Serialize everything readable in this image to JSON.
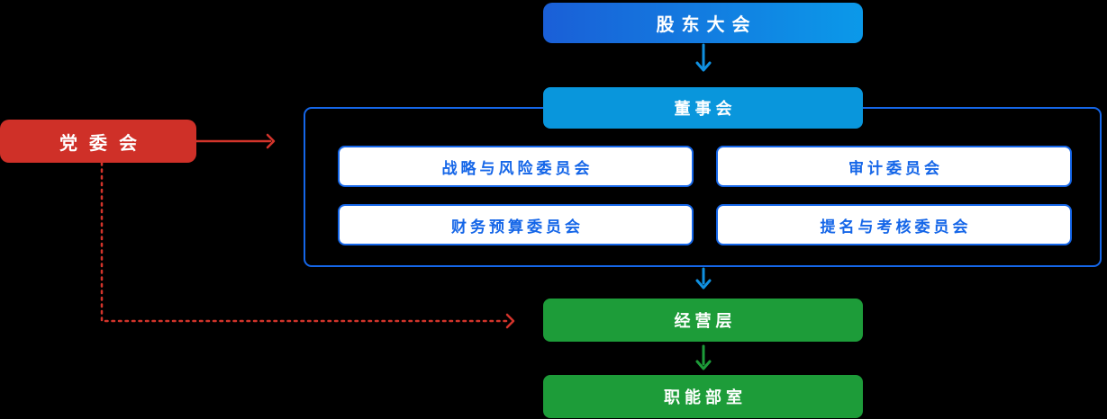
{
  "colors": {
    "bg": "#000000",
    "grad_start": "#1a5fd7",
    "grad_end": "#0b99e9",
    "board_blue": "#0996dc",
    "outline_blue": "#1566e8",
    "arrow_blue": "#1090e0",
    "green": "#1d9c39",
    "red": "#cf3028",
    "arrow_red": "#d3342b",
    "text_white": "#ffffff"
  },
  "nodes": {
    "shareholders": {
      "label": "股东大会"
    },
    "board": {
      "label": "董事会"
    },
    "committees": [
      {
        "label": "战略与风险委员会"
      },
      {
        "label": "审计委员会"
      },
      {
        "label": "财务预算委员会"
      },
      {
        "label": "提名与考核委员会"
      }
    ],
    "party": {
      "label": "党委会"
    },
    "management": {
      "label": "经营层"
    },
    "departments": {
      "label": "职能部室"
    }
  }
}
